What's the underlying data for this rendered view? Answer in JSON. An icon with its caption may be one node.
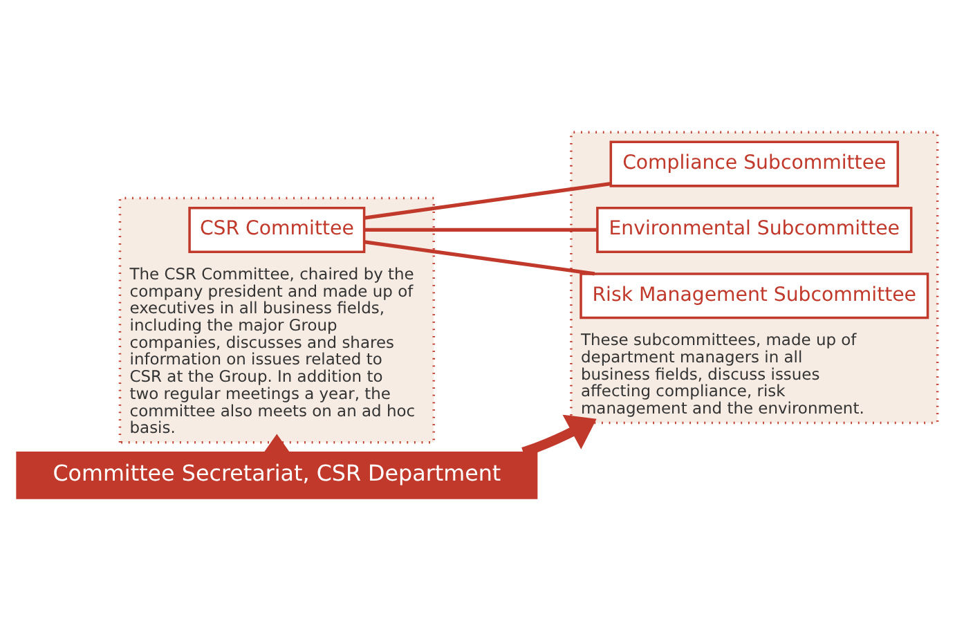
{
  "diagram": {
    "nodes": [
      {
        "text": [
          "The CSR Committee, chaired by the company president and made up of executives in all business fields, including the major Group companies, discusses and shares information on issues related to CSR at the Group. In addition to two regular meetings a year, the committee also meets on an ad hoc basis."
        ]
      },
      {
        "text": [
          "CSR Committee"
        ],
        "in": 0
      },
      {
        "text": [
          "These subcommittees, made up of department managers in all business fields, discuss issues affecting compliance, risk management and the environment."
        ]
      },
      {
        "text": [
          "Compliance Subcommittee"
        ],
        "in": 2
      },
      {
        "text": [
          "Environmental Subcommittee"
        ],
        "in": 2
      },
      {
        "text": [
          "Risk Management Subcommittee"
        ],
        "in": 2
      },
      {
        "text": [
          "Committee Secretariat, CSR Department"
        ]
      }
    ],
    "edges": [
      {
        "from": 1,
        "to": 3,
        "arrow": "none"
      },
      {
        "from": 1,
        "to": 4,
        "arrow": "none"
      },
      {
        "from": 1,
        "to": 5,
        "arrow": "none"
      },
      {
        "from": 6,
        "to": 0,
        "arrow": "to",
        "style": "thick"
      },
      {
        "from": 6,
        "to": 2,
        "arrow": "to",
        "style": "thick"
      }
    ]
  }
}
